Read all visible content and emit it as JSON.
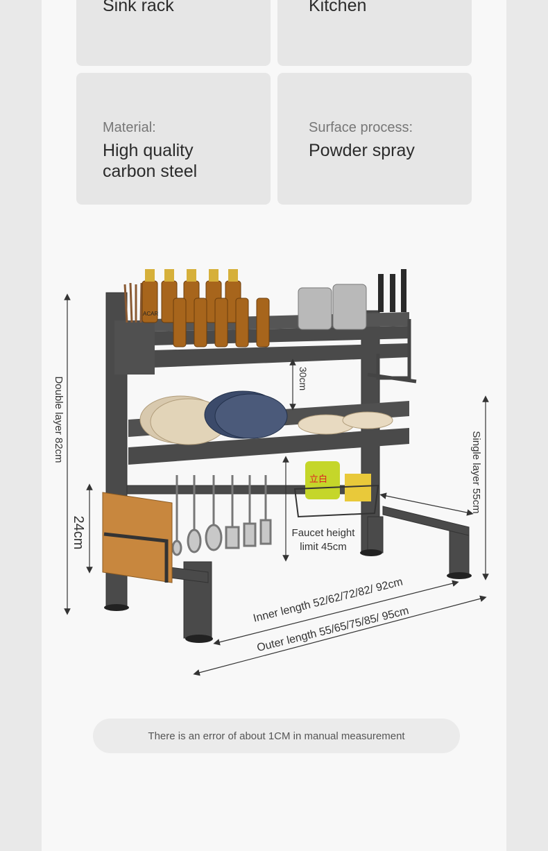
{
  "specs": [
    {
      "label": "",
      "value": "Sink rack"
    },
    {
      "label": "",
      "value": "Kitchen"
    },
    {
      "label": "Material:",
      "value_lines": [
        "High quality",
        "carbon steel"
      ]
    },
    {
      "label": "Surface process:",
      "value_lines": [
        "Powder spray"
      ]
    }
  ],
  "dimensions": {
    "double_layer": "Double layer 82cm",
    "single_layer": "Single layer 55cm",
    "shelf_gap": "30cm",
    "hook_height": "24cm",
    "faucet_line1": "Faucet height",
    "faucet_line2": "limit 45cm",
    "inner_length": "Inner length 52/62/72/82/ 92cm",
    "outer_length": "Outer length 55/65/75/85/ 95cm"
  },
  "bottle_label": "ACAR",
  "detergent_label": "立白",
  "note": "There is an error of about 1CM in manual measurement",
  "colors": {
    "frame": "#4a4a4a",
    "card": "#e6e6e6",
    "page": "#f8f8f8"
  }
}
